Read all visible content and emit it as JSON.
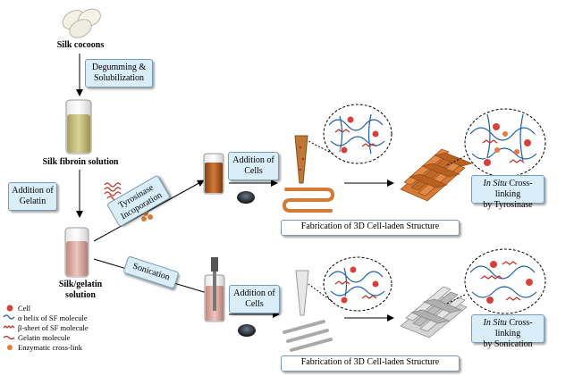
{
  "labels": {
    "silk_cocoons": "Silk cocoons",
    "silk_fibroin_solution": "Silk fibroin solution",
    "silk_gelatin_solution_line1": "Silk/gelatin",
    "silk_gelatin_solution_line2": "solution"
  },
  "boxes": {
    "degumming_line1": "Degumming &",
    "degumming_line2": "Solubilization",
    "addition_gelatin_line1": "Addition of",
    "addition_gelatin_line2": "Gelatin",
    "tyrosinase_line1": "Tyrosinase",
    "tyrosinase_line2": "Incoporation",
    "addition_cells_top_line1": "Addition of",
    "addition_cells_top_line2": "Cells",
    "sonication": "Sonication",
    "addition_cells_bottom_line1": "Addition of",
    "addition_cells_bottom_line2": "Cells",
    "fabrication_top": "Fabrication of 3D Cell-laden Structure",
    "fabrication_bottom": "Fabrication of 3D Cell-laden Structure",
    "crosslink_top_italic": "In Situ",
    "crosslink_top_rest": " Cross-linking",
    "crosslink_top_line2": "by Tyrosinase",
    "crosslink_bottom_italic": "In Situ",
    "crosslink_bottom_rest": " Cross-linking",
    "crosslink_bottom_line2": "by Sonication"
  },
  "legend": [
    {
      "key": "cell",
      "label": "Cell"
    },
    {
      "key": "alpha",
      "label": "α helix of SF molecule"
    },
    {
      "key": "beta",
      "label": "β-sheet of SF molecule"
    },
    {
      "key": "gelatin",
      "label": "Gelatin molecule"
    },
    {
      "key": "enzymatic",
      "label": "Enzymatic cross-link"
    }
  ],
  "colors": {
    "box_fill": "#d9eef8",
    "box_border": "#7a9bb5",
    "tube_yellow": "#c8c07a",
    "tube_brown": "#b4632a",
    "tube_pink": "#dca8a0",
    "scaffold_orange": "#d47a36",
    "scaffold_gray": "#c9c9c9",
    "cell_red": "#d6423a",
    "alpha_blue": "#1e5fa8",
    "beta_red": "#c0342c",
    "enzyme_orange": "#e8793c"
  }
}
